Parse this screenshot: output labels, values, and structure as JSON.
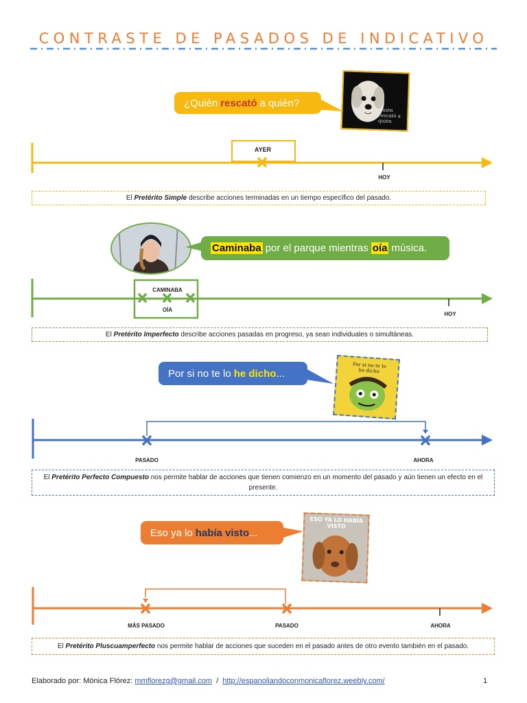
{
  "title": "CONTRASTE DE  PASADOS DE INDICATIVO",
  "colors": {
    "yellow": "#F7B910",
    "green": "#70AD47",
    "blue": "#4472C4",
    "orange": "#ED7D31",
    "highlight_yellow": "#FFE500"
  },
  "section1": {
    "bubble": {
      "before": "¿Quién",
      "highlight": "rescató",
      "after": "a quién?"
    },
    "photo_alt": "dog-photo",
    "photo_text": "Quién rescató a quién",
    "labels": {
      "ayer": "AYER",
      "hoy": "HOY"
    },
    "caption": {
      "prefix": "El",
      "term": "Pretérito Simple",
      "rest": "describe acciones terminadas en un tiempo específico del pasado."
    }
  },
  "section2": {
    "bubble": {
      "hl1": "Caminaba",
      "middle": "por el parque mientras",
      "hl2": "oía",
      "after": "música."
    },
    "labels": {
      "caminaba": "CAMINABA",
      "oia": "OÍA",
      "hoy": "HOY"
    },
    "caption": {
      "prefix": "El",
      "term": "Pretérito Imperfecto",
      "rest": "describe acciones pasadas en progreso, ya sean individuales o simultáneas."
    }
  },
  "section3": {
    "bubble": {
      "before": "Por si no te lo",
      "highlight": "he dicho",
      "after": "..."
    },
    "photo_text": "Por si no te lo he dicho",
    "labels": {
      "pasado": "PASADO",
      "ahora": "AHORA"
    },
    "caption": {
      "prefix": "El",
      "term": "Pretérito Perfecto Compuesto",
      "rest": "nos permite hablar de acciones que tienen comienzo en un momento del pasado y aún tienen un efecto en el presente."
    }
  },
  "section4": {
    "bubble": {
      "before": "Eso ya lo",
      "highlight": "había visto",
      "after": "..."
    },
    "photo_text": "ESO YA LO HABÍA VISTO",
    "labels": {
      "mas_pasado": "MÁS PASADO",
      "pasado": "PASADO",
      "ahora": "AHORA"
    },
    "caption": {
      "prefix": "El",
      "term": "Pretérito Pluscuamperfecto",
      "rest": "nos permite hablar de acciones que suceden en el pasado antes de otro evento también en el pasado."
    }
  },
  "footer": {
    "prefix": "Elaborado por: Mónica Flórez:",
    "email": "mmflorezg@gmail.com",
    "separator": "/",
    "url": "http://espanoliandoconmonicaflorez.weebly.com/",
    "page_number": "1"
  }
}
